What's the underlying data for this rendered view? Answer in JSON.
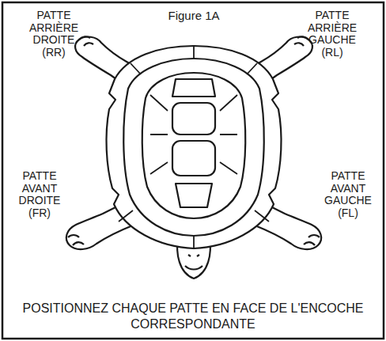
{
  "diagram": {
    "title": "Figure 1A",
    "caption": "POSITIONNEZ CHAQUE PATTE EN FACE DE L'ENCOCHE CORRESPONDANTE",
    "labels": [
      "PATTE ARRIÈRE DROITE (RR)",
      "PATTE ARRIÈRE GAUCHE (RL)",
      "PATTE AVANT DROITE (FR)",
      "PATTE AVANT GAUCHE (FL)"
    ]
  }
}
